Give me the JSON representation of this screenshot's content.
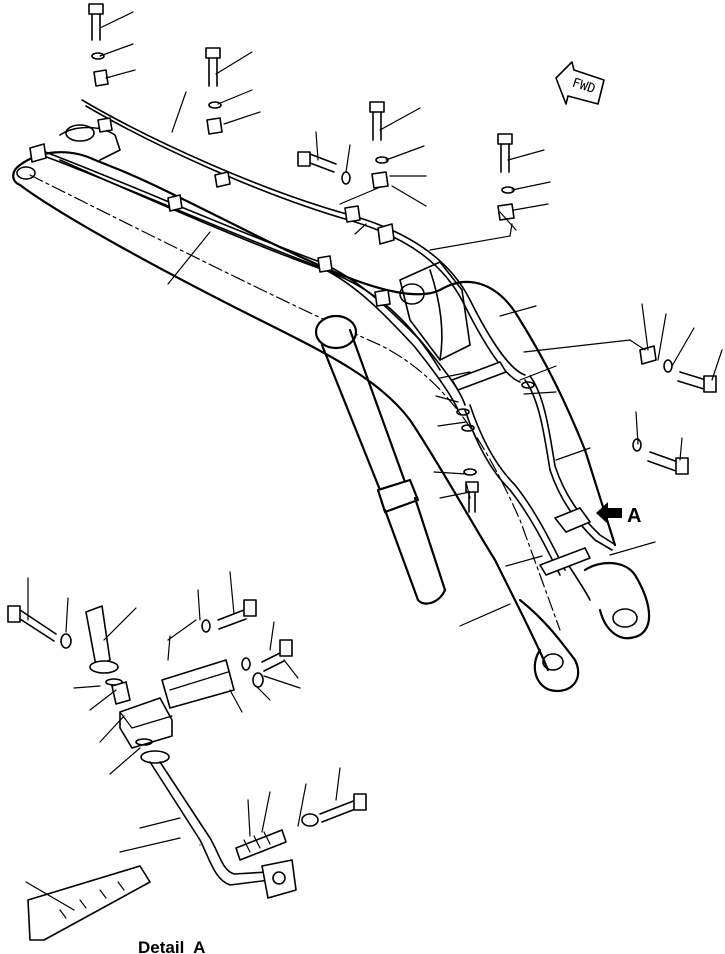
{
  "fwd_label": "FWD",
  "view_marker_label": "A",
  "detail_title": "Detail  A",
  "icons": [
    "fwd-arrow-icon",
    "view-arrow-icon"
  ]
}
